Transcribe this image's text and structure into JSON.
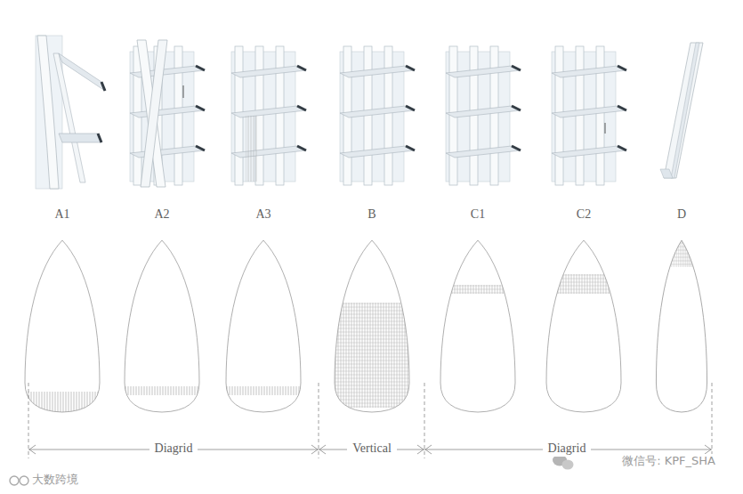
{
  "diagram": {
    "labels": [
      "A1",
      "A2",
      "A3",
      "B",
      "C1",
      "C2",
      "D",
      "Diagrid",
      "Vertical",
      "Diagrid",
      "大数跨境",
      "微信号: KPF_SHA"
    ]
  }
}
